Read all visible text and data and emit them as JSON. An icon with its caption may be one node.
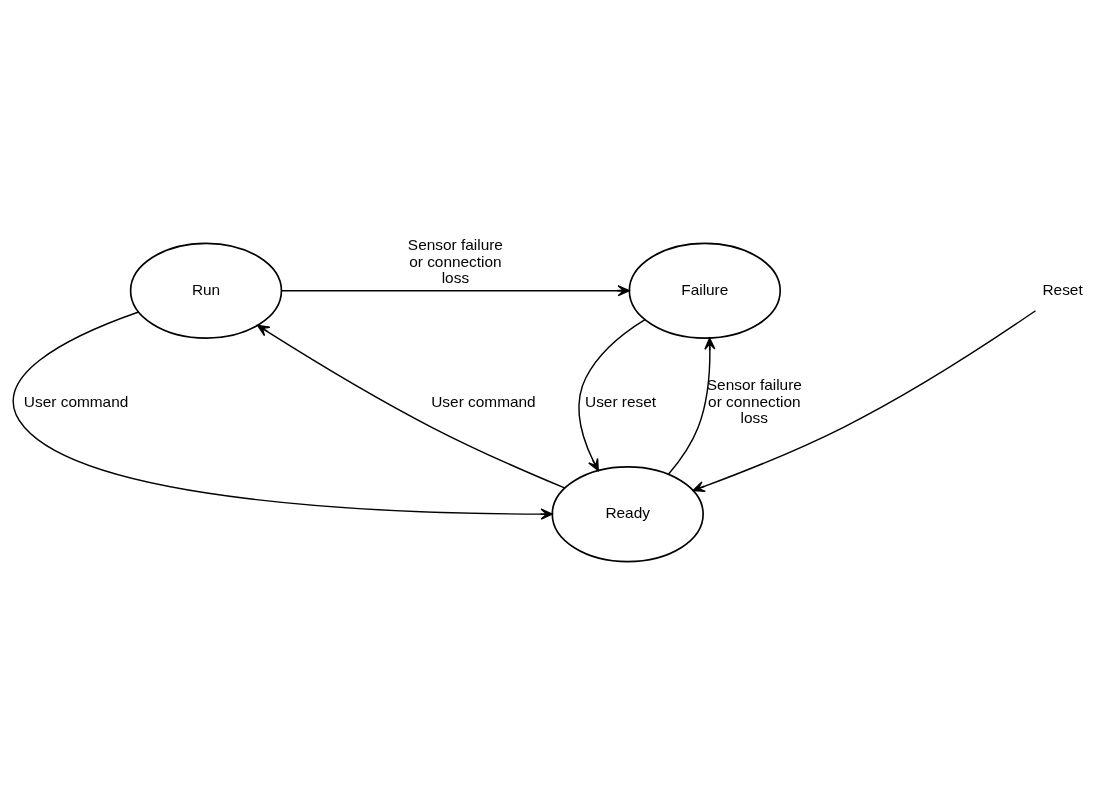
{
  "diagram": {
    "nodes": [
      {
        "text": [
          "Run"
        ]
      },
      {
        "text": [
          "Failure"
        ]
      },
      {
        "text": [
          "Ready"
        ]
      },
      {
        "text": [
          "Reset"
        ]
      }
    ],
    "edges": [
      {
        "from": 0,
        "to": 1,
        "arrow": "to",
        "label": "Sensor failure or connection loss"
      },
      {
        "from": 0,
        "to": 2,
        "arrow": "to",
        "label": "User command"
      },
      {
        "from": 2,
        "to": 0,
        "arrow": "to",
        "label": "User command"
      },
      {
        "from": 2,
        "to": 1,
        "arrow": "to",
        "label": "Sensor failure or connection loss"
      },
      {
        "from": 1,
        "to": 2,
        "arrow": "to",
        "label": "User reset"
      },
      {
        "from": 3,
        "to": 2,
        "arrow": "to"
      }
    ]
  }
}
